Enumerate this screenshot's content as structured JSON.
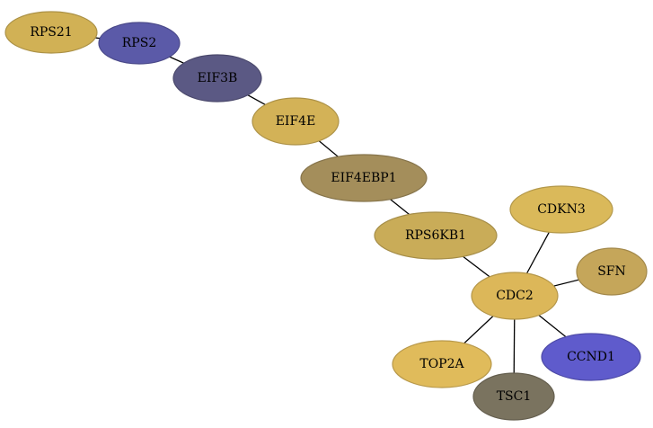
{
  "graph": {
    "nodes": [
      {
        "id": "RPS21",
        "label": "RPS21",
        "color": "#d1b155"
      },
      {
        "id": "RPS2",
        "label": "RPS2",
        "color": "#5b5aa8"
      },
      {
        "id": "EIF3B",
        "label": "EIF3B",
        "color": "#5b5984"
      },
      {
        "id": "EIF4E",
        "label": "EIF4E",
        "color": "#d3b257"
      },
      {
        "id": "EIF4EBP1",
        "label": "EIF4EBP1",
        "color": "#a48e5b"
      },
      {
        "id": "RPS6KB1",
        "label": "RPS6KB1",
        "color": "#c9ac58"
      },
      {
        "id": "CDKN3",
        "label": "CDKN3",
        "color": "#dab95a"
      },
      {
        "id": "SFN",
        "label": "SFN",
        "color": "#c5a65a"
      },
      {
        "id": "CDC2",
        "label": "CDC2",
        "color": "#dcb759"
      },
      {
        "id": "CCND1",
        "label": "CCND1",
        "color": "#5f5bcc"
      },
      {
        "id": "TOP2A",
        "label": "TOP2A",
        "color": "#e0bb5b"
      },
      {
        "id": "TSC1",
        "label": "TSC1",
        "color": "#7a735f"
      }
    ],
    "edges": [
      {
        "source": "RPS21",
        "target": "RPS2"
      },
      {
        "source": "RPS2",
        "target": "EIF3B"
      },
      {
        "source": "EIF3B",
        "target": "EIF4E"
      },
      {
        "source": "EIF4E",
        "target": "EIF4EBP1"
      },
      {
        "source": "EIF4EBP1",
        "target": "RPS6KB1"
      },
      {
        "source": "RPS6KB1",
        "target": "CDC2"
      },
      {
        "source": "CDKN3",
        "target": "CDC2"
      },
      {
        "source": "SFN",
        "target": "CDC2"
      },
      {
        "source": "CDC2",
        "target": "CCND1"
      },
      {
        "source": "CDC2",
        "target": "TOP2A"
      },
      {
        "source": "CDC2",
        "target": "TSC1"
      }
    ]
  }
}
